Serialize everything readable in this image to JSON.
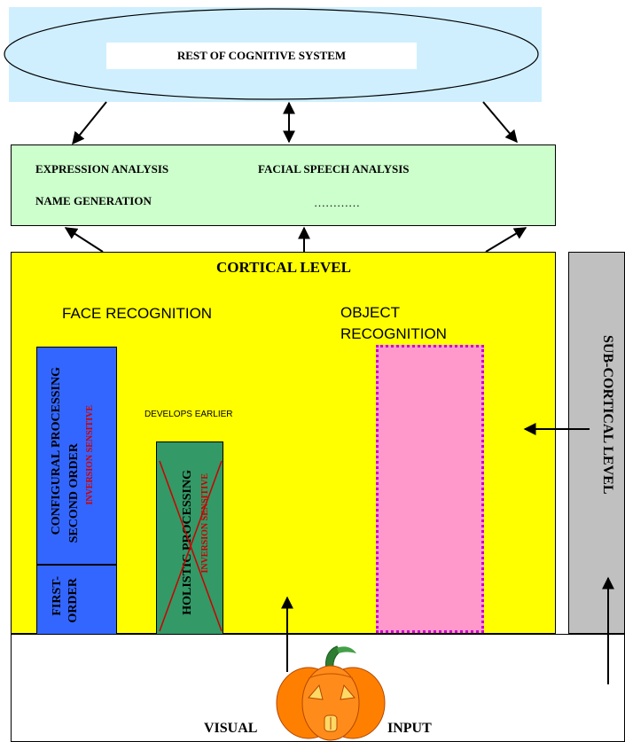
{
  "top": {
    "cognitive_system": "REST OF COGNITIVE SYSTEM"
  },
  "analysis": {
    "expression": "EXPRESSION ANALYSIS",
    "facial_speech": "FACIAL SPEECH ANALYSIS",
    "name_generation": "NAME GENERATION",
    "ellipsis": "…………"
  },
  "cortical": {
    "title": "CORTICAL LEVEL",
    "face_recognition": "FACE RECOGNITION",
    "object_recognition_line1": "OBJECT",
    "object_recognition_line2": "RECOGNITION",
    "develops_earlier": "DEVELOPS EARLIER",
    "configural_line1": "CONFIGURAL PROCESSING",
    "configural_line2": "SECOND ORDER",
    "inversion_sensitive": "INVERSION SENSITIVE",
    "first_order_line1": "FIRST-",
    "first_order_line2": "ORDER",
    "holistic": "HOLISTIC PROCESSING",
    "holistic_inversion": "INVERSION SENSITIVE"
  },
  "subcortical": {
    "title": "SUB-CORTICAL LEVEL"
  },
  "input": {
    "visual": "VISUAL",
    "input": "INPUT"
  },
  "colors": {
    "top_band": "#cfefff",
    "analysis_box": "#ccffcc",
    "cortical": "#ffff00",
    "subcortical": "#c0c0c0",
    "configural": "#3366ff",
    "holistic": "#339966",
    "object_box": "#ff99cc",
    "object_border": "#cc00cc",
    "pumpkin": "#ff8000",
    "inversion_text": "#cc0000"
  }
}
